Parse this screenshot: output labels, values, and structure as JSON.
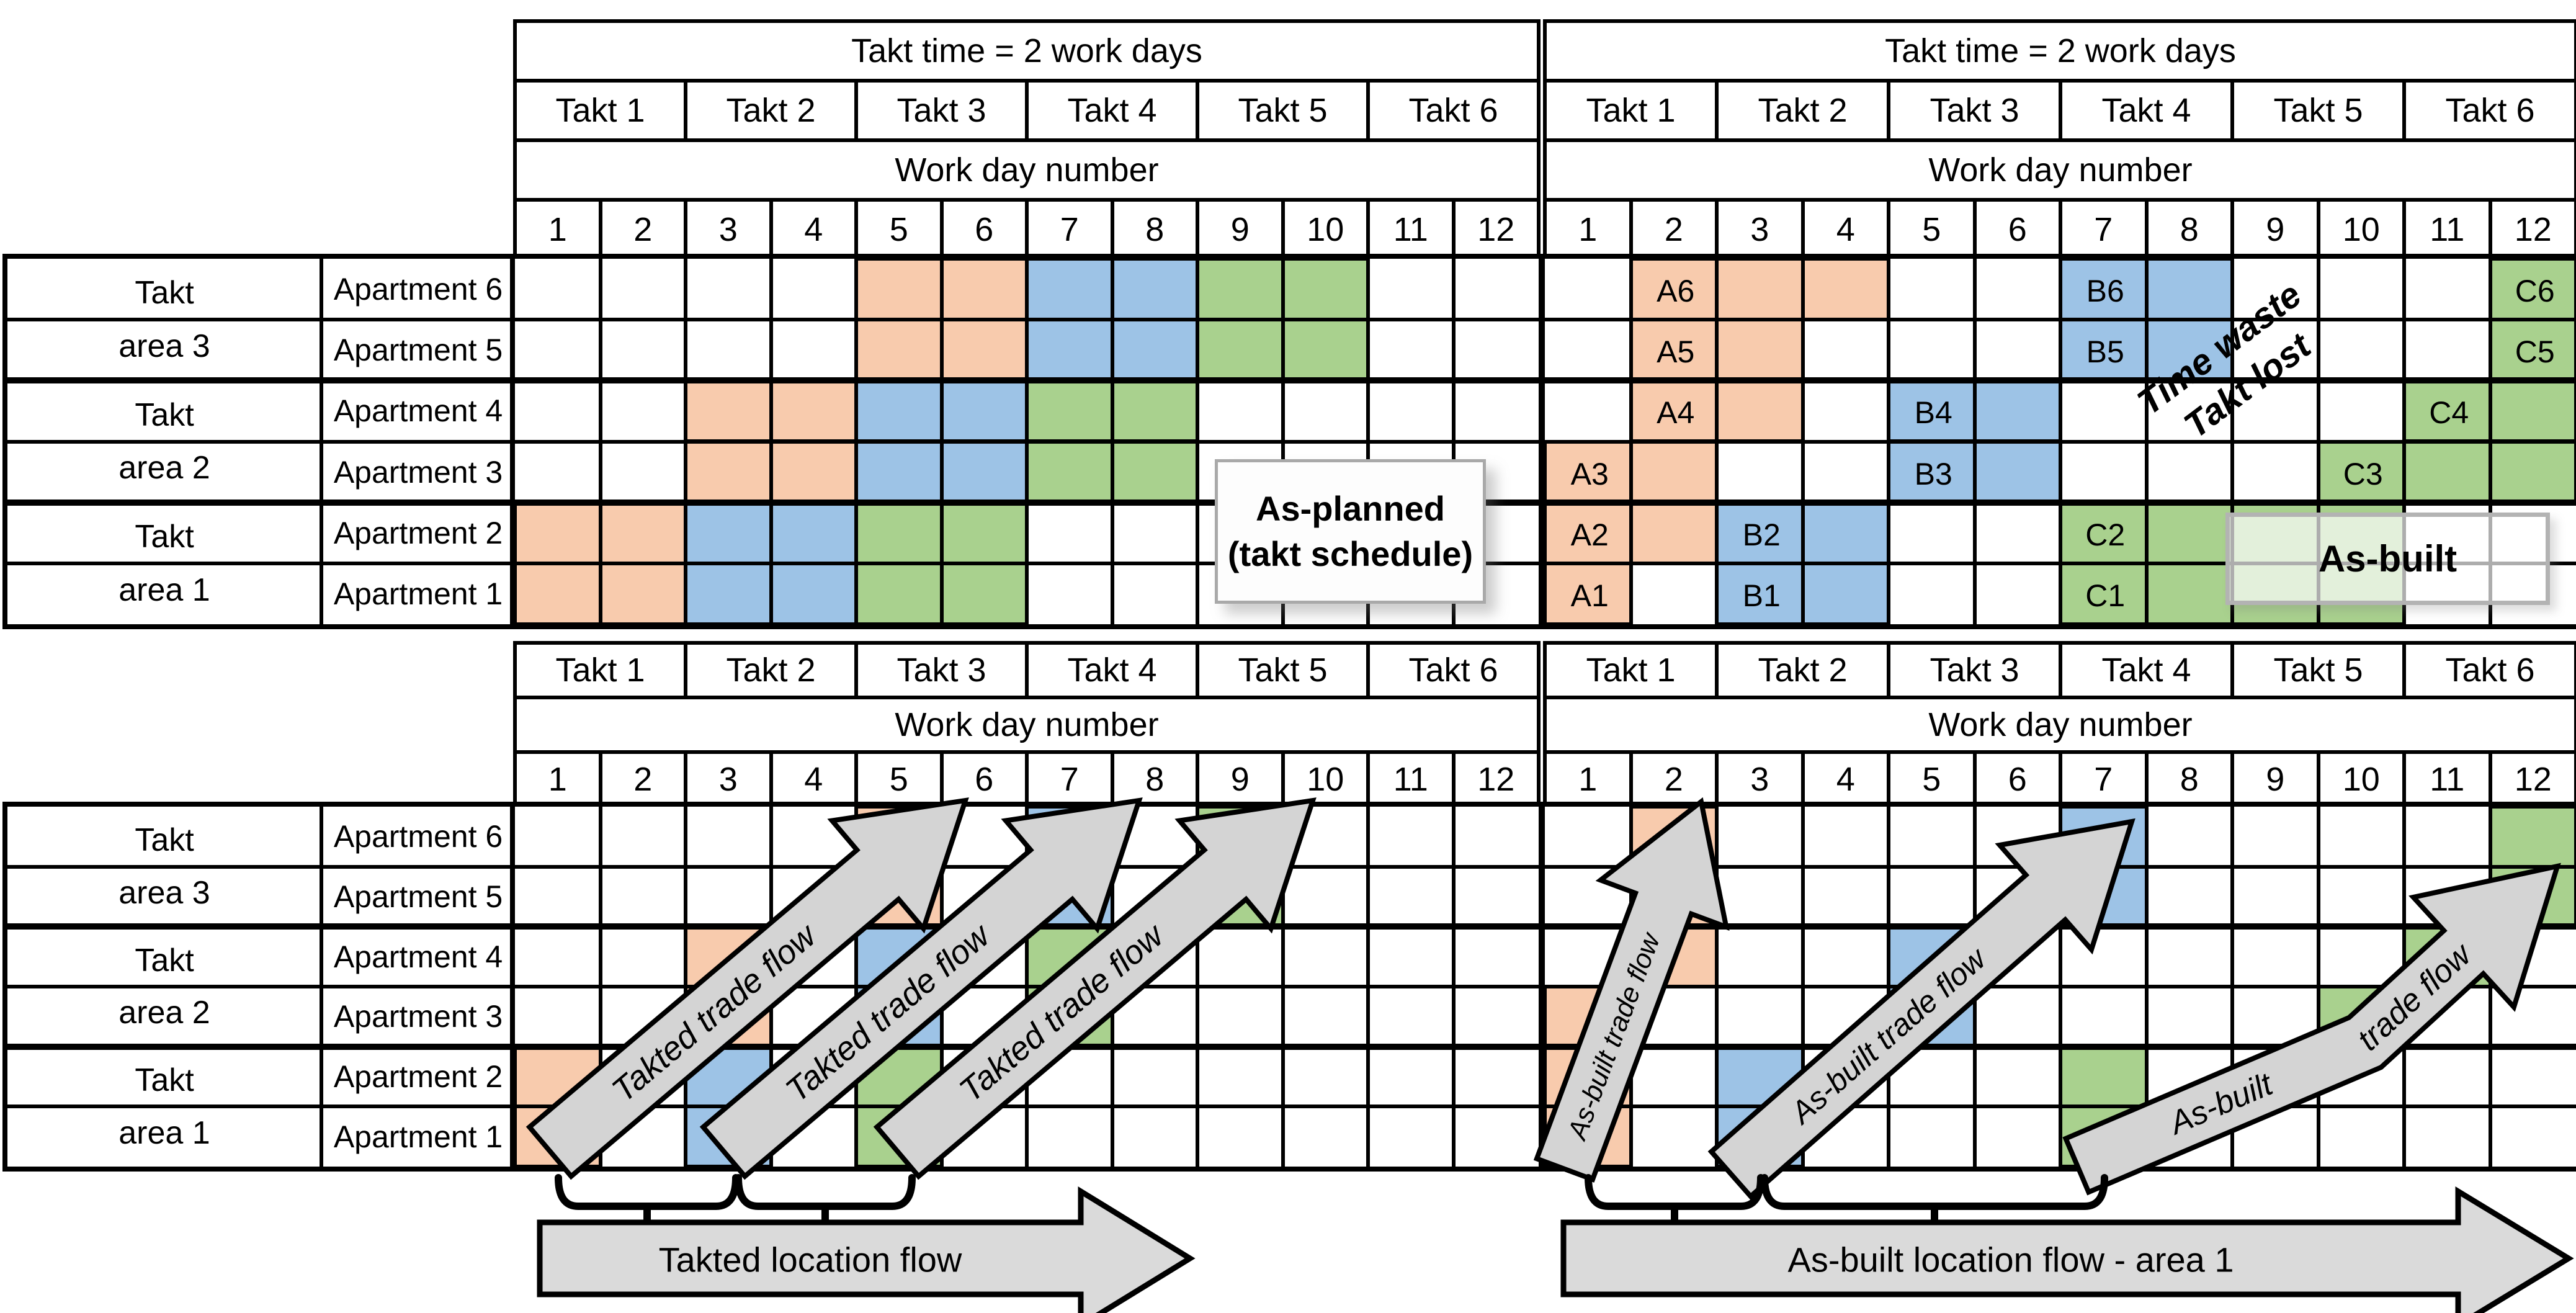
{
  "colors": {
    "orange": "#F8CBAD",
    "blue": "#9DC3E6",
    "green": "#A9D18E",
    "arrow_fill": "#D4D4D4",
    "location_arrow_fill": "#DADADA",
    "line": "#000000"
  },
  "header": {
    "takt_time_label": "Takt time = 2 work days",
    "work_day_label": "Work day number",
    "takt_labels": [
      "Takt 1",
      "Takt 2",
      "Takt 3",
      "Takt 4",
      "Takt 5",
      "Takt 6"
    ],
    "day_numbers": [
      "1",
      "2",
      "3",
      "4",
      "5",
      "6",
      "7",
      "8",
      "9",
      "10",
      "11",
      "12"
    ]
  },
  "row_headers": {
    "areas": [
      {
        "area_line1": "Takt",
        "area_line2": "area 3",
        "apartments": [
          "Apartment 6",
          "Apartment 5"
        ]
      },
      {
        "area_line1": "Takt",
        "area_line2": "area 2",
        "apartments": [
          "Apartment 4",
          "Apartment 3"
        ]
      },
      {
        "area_line1": "Takt",
        "area_line2": "area 1",
        "apartments": [
          "Apartment 2",
          "Apartment 1"
        ]
      }
    ]
  },
  "grids": {
    "top_left": {
      "blocks": [
        {
          "color": "orange",
          "r1": 1,
          "r2": 1,
          "c1": 5,
          "c2": 6
        },
        {
          "color": "blue",
          "r1": 1,
          "r2": 1,
          "c1": 7,
          "c2": 8
        },
        {
          "color": "green",
          "r1": 1,
          "r2": 1,
          "c1": 9,
          "c2": 10
        },
        {
          "color": "orange",
          "r1": 2,
          "r2": 2,
          "c1": 5,
          "c2": 6
        },
        {
          "color": "blue",
          "r1": 2,
          "r2": 2,
          "c1": 7,
          "c2": 8
        },
        {
          "color": "green",
          "r1": 2,
          "r2": 2,
          "c1": 9,
          "c2": 10
        },
        {
          "color": "orange",
          "r1": 3,
          "r2": 3,
          "c1": 3,
          "c2": 4
        },
        {
          "color": "blue",
          "r1": 3,
          "r2": 3,
          "c1": 5,
          "c2": 6
        },
        {
          "color": "green",
          "r1": 3,
          "r2": 3,
          "c1": 7,
          "c2": 8
        },
        {
          "color": "orange",
          "r1": 4,
          "r2": 4,
          "c1": 3,
          "c2": 4
        },
        {
          "color": "blue",
          "r1": 4,
          "r2": 4,
          "c1": 5,
          "c2": 6
        },
        {
          "color": "green",
          "r1": 4,
          "r2": 4,
          "c1": 7,
          "c2": 8
        },
        {
          "color": "orange",
          "r1": 5,
          "r2": 5,
          "c1": 1,
          "c2": 2
        },
        {
          "color": "blue",
          "r1": 5,
          "r2": 5,
          "c1": 3,
          "c2": 4
        },
        {
          "color": "green",
          "r1": 5,
          "r2": 5,
          "c1": 5,
          "c2": 6
        },
        {
          "color": "orange",
          "r1": 6,
          "r2": 6,
          "c1": 1,
          "c2": 2
        },
        {
          "color": "blue",
          "r1": 6,
          "r2": 6,
          "c1": 3,
          "c2": 4
        },
        {
          "color": "green",
          "r1": 6,
          "r2": 6,
          "c1": 5,
          "c2": 6
        }
      ]
    },
    "top_right": {
      "blocks": [
        {
          "color": "orange",
          "r1": 1,
          "r2": 1,
          "c1": 2,
          "c2": 4,
          "label": "A6"
        },
        {
          "color": "blue",
          "r1": 1,
          "r2": 1,
          "c1": 7,
          "c2": 8,
          "label": "B6"
        },
        {
          "color": "green",
          "r1": 1,
          "r2": 1,
          "c1": 12,
          "c2": 12,
          "label": "C6"
        },
        {
          "color": "orange",
          "r1": 2,
          "r2": 2,
          "c1": 2,
          "c2": 3,
          "label": "A5"
        },
        {
          "color": "blue",
          "r1": 2,
          "r2": 2,
          "c1": 7,
          "c2": 8,
          "label": "B5"
        },
        {
          "color": "green",
          "r1": 2,
          "r2": 2,
          "c1": 12,
          "c2": 12,
          "label": "C5"
        },
        {
          "color": "orange",
          "r1": 3,
          "r2": 3,
          "c1": 2,
          "c2": 3,
          "label": "A4"
        },
        {
          "color": "blue",
          "r1": 3,
          "r2": 3,
          "c1": 5,
          "c2": 6,
          "label": "B4"
        },
        {
          "color": "green",
          "r1": 3,
          "r2": 3,
          "c1": 11,
          "c2": 12,
          "label": "C4"
        },
        {
          "color": "orange",
          "r1": 4,
          "r2": 4,
          "c1": 1,
          "c2": 2,
          "label": "A3"
        },
        {
          "color": "blue",
          "r1": 4,
          "r2": 4,
          "c1": 5,
          "c2": 6,
          "label": "B3"
        },
        {
          "color": "green",
          "r1": 4,
          "r2": 4,
          "c1": 10,
          "c2": 12,
          "label": "C3"
        },
        {
          "color": "orange",
          "r1": 5,
          "r2": 5,
          "c1": 1,
          "c2": 2,
          "label": "A2"
        },
        {
          "color": "blue",
          "r1": 5,
          "r2": 5,
          "c1": 3,
          "c2": 4,
          "label": "B2"
        },
        {
          "color": "green",
          "r1": 5,
          "r2": 5,
          "c1": 7,
          "c2": 10,
          "label": "C2"
        },
        {
          "color": "orange",
          "r1": 6,
          "r2": 6,
          "c1": 1,
          "c2": 1,
          "label": "A1"
        },
        {
          "color": "blue",
          "r1": 6,
          "r2": 6,
          "c1": 3,
          "c2": 4,
          "label": "B1"
        },
        {
          "color": "green",
          "r1": 6,
          "r2": 6,
          "c1": 7,
          "c2": 10,
          "label": "C1"
        }
      ]
    },
    "bottom_left": {
      "blocks": [
        {
          "color": "orange",
          "r1": 5,
          "r2": 6,
          "c1": 1,
          "c2": 1
        },
        {
          "color": "orange",
          "r1": 3,
          "r2": 4,
          "c1": 3,
          "c2": 3
        },
        {
          "color": "orange",
          "r1": 1,
          "r2": 2,
          "c1": 5,
          "c2": 5
        },
        {
          "color": "blue",
          "r1": 5,
          "r2": 6,
          "c1": 3,
          "c2": 3
        },
        {
          "color": "blue",
          "r1": 3,
          "r2": 4,
          "c1": 5,
          "c2": 5
        },
        {
          "color": "blue",
          "r1": 1,
          "r2": 2,
          "c1": 7,
          "c2": 7
        },
        {
          "color": "green",
          "r1": 5,
          "r2": 6,
          "c1": 5,
          "c2": 5
        },
        {
          "color": "green",
          "r1": 3,
          "r2": 4,
          "c1": 7,
          "c2": 7
        },
        {
          "color": "green",
          "r1": 1,
          "r2": 2,
          "c1": 9,
          "c2": 9
        }
      ]
    },
    "bottom_right": {
      "blocks": [
        {
          "color": "orange",
          "r1": 4,
          "r2": 6,
          "c1": 1,
          "c2": 1
        },
        {
          "color": "orange",
          "r1": 1,
          "r2": 3,
          "c1": 2,
          "c2": 2
        },
        {
          "color": "blue",
          "r1": 5,
          "r2": 6,
          "c1": 3,
          "c2": 3
        },
        {
          "color": "blue",
          "r1": 3,
          "r2": 4,
          "c1": 5,
          "c2": 5
        },
        {
          "color": "blue",
          "r1": 1,
          "r2": 2,
          "c1": 7,
          "c2": 7
        },
        {
          "color": "green",
          "r1": 5,
          "r2": 6,
          "c1": 7,
          "c2": 7
        },
        {
          "color": "green",
          "r1": 4,
          "r2": 4,
          "c1": 10,
          "c2": 10
        },
        {
          "color": "green",
          "r1": 3,
          "r2": 3,
          "c1": 11,
          "c2": 11
        },
        {
          "color": "green",
          "r1": 1,
          "r2": 2,
          "c1": 12,
          "c2": 12
        }
      ]
    }
  },
  "annotations": {
    "as_planned_line1": "As-planned",
    "as_planned_line2": "(takt schedule)",
    "as_built_label": "As-built",
    "time_waste_line1": "Time waste",
    "time_waste_line2": "Takt lost",
    "takted_trade_arrow_labels": [
      "Takted trade flow",
      "Takted trade flow",
      "Takted trade flow"
    ],
    "asbuilt_trade_arrow_labels": [
      "As-built  trade flow",
      "As-built trade flow",
      "As-built   trade flow"
    ],
    "takted_location_arrow_label": "Takted location flow",
    "asbuilt_location_arrow_label": "As-built location flow - area 1"
  }
}
